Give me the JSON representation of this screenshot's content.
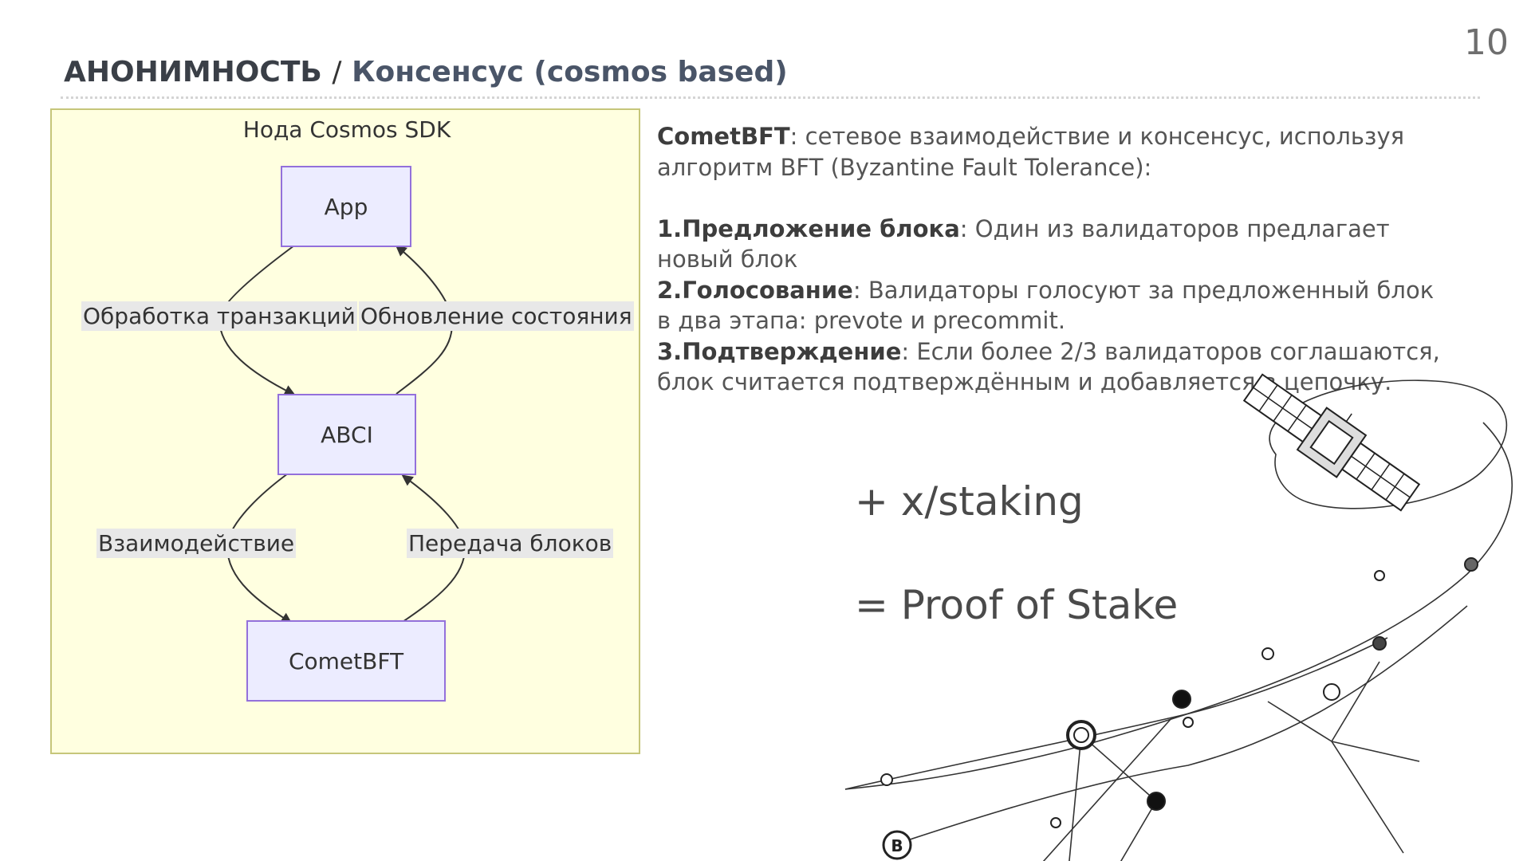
{
  "slide": {
    "page_number": "10",
    "title_main": "АНОНИМНОСТЬ",
    "title_sep": "/",
    "title_sub": "Консенсус (cosmos based)"
  },
  "diagram": {
    "cluster_label": "Нода Cosmos SDK",
    "nodes": {
      "app": "App",
      "abci": "ABCI",
      "cometbft": "CometBFT"
    },
    "edges": {
      "tx_processing": "Обработка транзакций",
      "state_update": "Обновление состояния",
      "interaction": "Взаимодействие",
      "block_transfer": "Передача блоков"
    },
    "colors": {
      "cluster_fill": "#ffffe0",
      "cluster_border": "#c6c67a",
      "node_fill": "#ececff",
      "node_border": "#9370db",
      "label_bg": "#e8e8e8"
    }
  },
  "description": {
    "intro_bold": "CometBFT",
    "intro_text": ": сетевое взаимодействие и консенсус, используя алгоритм BFT (Byzantine Fault Tolerance):",
    "steps": [
      {
        "bold": "1.Предложение блока",
        "text": ": Один из валидаторов предлагает новый блок"
      },
      {
        "bold": "2.Голосование",
        "text": ": Валидаторы голосуют за предложенный блок в два этапа: prevote и precommit."
      },
      {
        "bold": "3.Подтверждение",
        "text": ": Если более 2/3 валидаторов соглашаются, блок считается подтверждённым и добавляется в цепочку."
      }
    ]
  },
  "formula": {
    "line1": "+ x/staking",
    "line2": "= Proof of Stake"
  },
  "illustration": {
    "icons": [
      "satellite-icon",
      "bitcoin-icon"
    ],
    "bitcoin_symbol": "B"
  }
}
